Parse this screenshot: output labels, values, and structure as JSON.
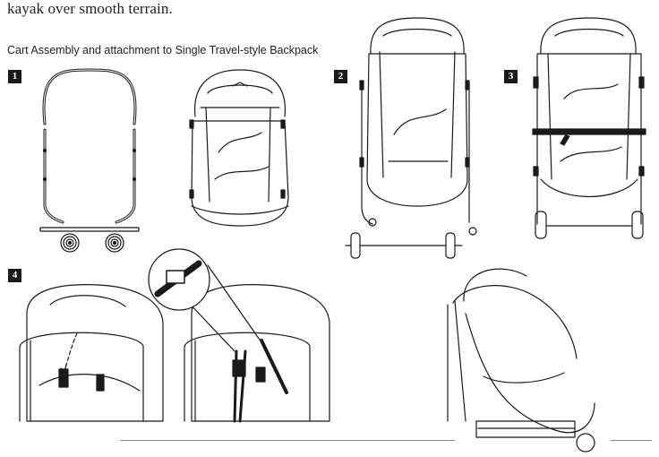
{
  "document": {
    "intro_text": "kayak over smooth terrain.",
    "section_heading": "Cart Assembly and attachment to Single Travel-style Backpack",
    "steps": [
      {
        "label": "1"
      },
      {
        "label": "2"
      },
      {
        "label": "3"
      },
      {
        "label": "4"
      }
    ]
  },
  "colors": {
    "ink": "#1a1a1a",
    "rule": "#8a8a8a",
    "background": "#ffffff"
  }
}
